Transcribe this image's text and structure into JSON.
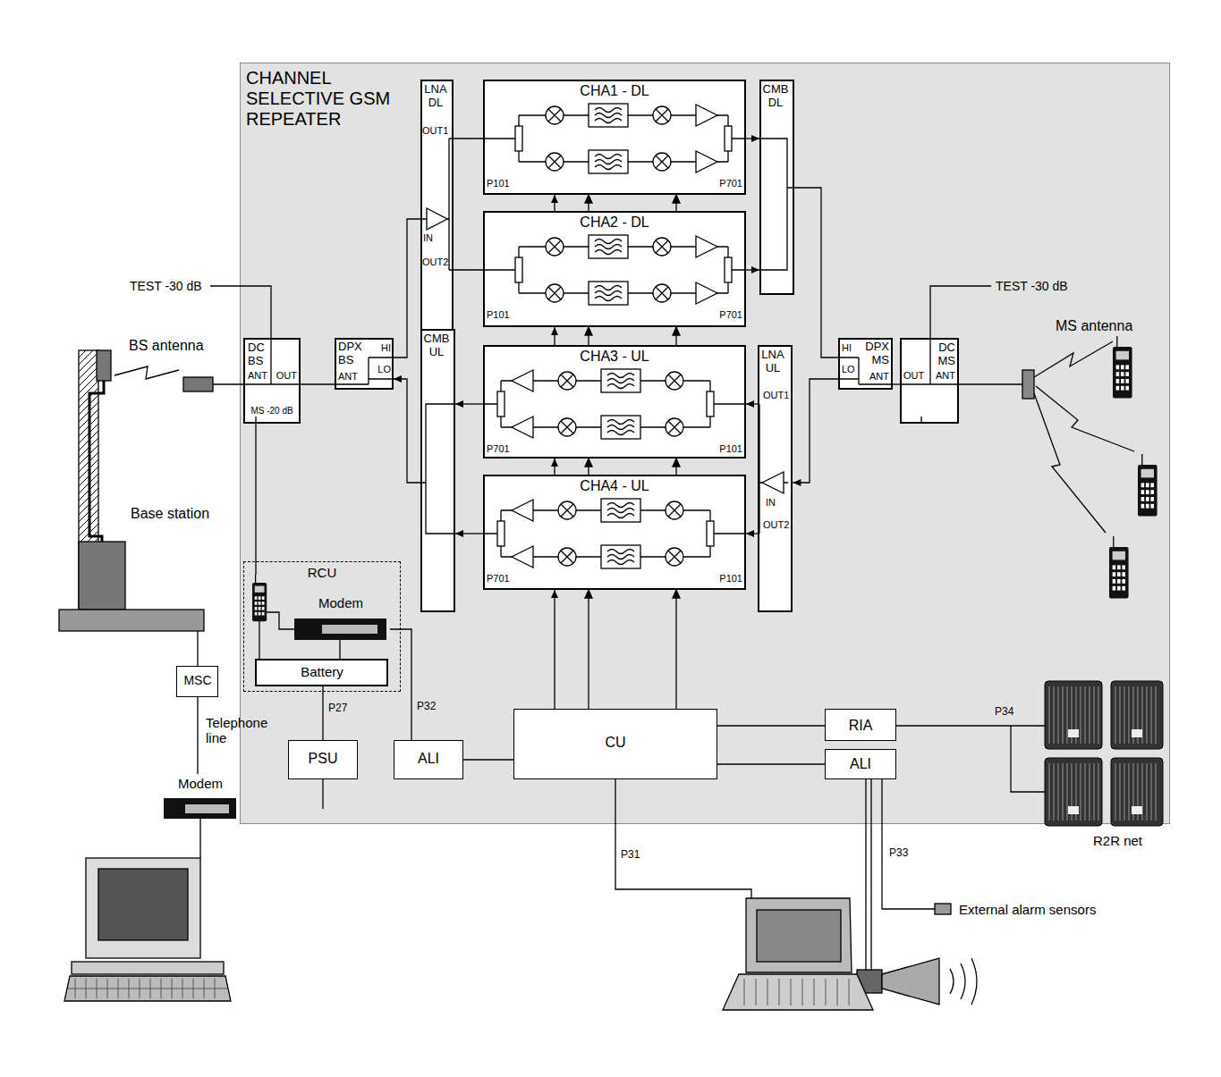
{
  "diagram": {
    "nodes": [
      {
        "text": [
          "CHANNEL SELECTIVE GSM REPEATER"
        ]
      },
      {
        "text": [
          "LNA DL",
          "OUT1",
          "IN",
          "OUT2"
        ],
        "in": 0
      },
      {
        "text": [
          "CHA1 - DL",
          "P101",
          "P701"
        ],
        "in": 0
      },
      {
        "text": [
          "CHA2 - DL",
          "P101",
          "P701"
        ],
        "in": 0
      },
      {
        "text": [
          "CMB DL"
        ],
        "in": 0
      },
      {
        "text": [
          "DC BS",
          "ANT",
          "OUT",
          "MS -20 dB"
        ],
        "in": 0
      },
      {
        "text": [
          "DPX BS",
          "ANT",
          "HI",
          "LO"
        ],
        "in": 0
      },
      {
        "text": [
          "CMB UL"
        ],
        "in": 0
      },
      {
        "text": [
          "CHA3 - UL",
          "P701",
          "P101"
        ],
        "in": 0
      },
      {
        "text": [
          "CHA4 - UL",
          "P701",
          "P101"
        ],
        "in": 0
      },
      {
        "text": [
          "LNA UL",
          "OUT1",
          "IN",
          "OUT2"
        ],
        "in": 0
      },
      {
        "text": [
          "DPX MS",
          "HI",
          "LO",
          "ANT"
        ],
        "in": 0
      },
      {
        "text": [
          "DC MS",
          "OUT",
          "ANT"
        ],
        "in": 0
      },
      {
        "text": [
          "RCU"
        ],
        "in": 0
      },
      {
        "text": [
          "Modem"
        ],
        "in": 13
      },
      {
        "text": [
          "Battery"
        ],
        "in": 13
      },
      {
        "text": [
          "PSU"
        ],
        "in": 0
      },
      {
        "text": [
          "ALI"
        ],
        "in": 0
      },
      {
        "text": [
          "CU"
        ],
        "in": 0
      },
      {
        "text": [
          "RIA"
        ],
        "in": 0
      },
      {
        "text": [
          "ALI"
        ],
        "in": 0
      },
      {
        "text": [
          "MSC"
        ]
      },
      {
        "text": [
          "Modem"
        ]
      }
    ],
    "edges": [
      {
        "from": 5,
        "to": 6,
        "arrow": "none"
      },
      {
        "from": 6,
        "to": 1,
        "arrow": "none"
      },
      {
        "from": 1,
        "to": 2,
        "arrow": "none"
      },
      {
        "from": 1,
        "to": 3,
        "arrow": "none"
      },
      {
        "from": 2,
        "to": 4,
        "arrow": "to"
      },
      {
        "from": 3,
        "to": 4,
        "arrow": "to"
      },
      {
        "from": 4,
        "to": 11,
        "arrow": "none"
      },
      {
        "from": 11,
        "to": 12,
        "arrow": "none"
      },
      {
        "from": 11,
        "to": 10,
        "arrow": "to"
      },
      {
        "from": 10,
        "to": 8,
        "arrow": "to"
      },
      {
        "from": 10,
        "to": 9,
        "arrow": "to"
      },
      {
        "from": 8,
        "to": 7,
        "arrow": "to"
      },
      {
        "from": 9,
        "to": 7,
        "arrow": "to"
      },
      {
        "from": 7,
        "to": 6,
        "arrow": "to"
      },
      {
        "from": 18,
        "to": 9,
        "arrow": "to"
      },
      {
        "from": 9,
        "to": 8,
        "arrow": "to"
      },
      {
        "from": 8,
        "to": 3,
        "arrow": "to"
      },
      {
        "from": 3,
        "to": 2,
        "arrow": "to"
      },
      {
        "from": 17,
        "to": 18,
        "arrow": "none"
      },
      {
        "from": 14,
        "to": 17,
        "label": "P32",
        "arrow": "none"
      },
      {
        "from": 16,
        "to": 15,
        "label": "P27",
        "arrow": "none"
      },
      {
        "from": 18,
        "to": 19,
        "arrow": "none"
      },
      {
        "from": 18,
        "to": 20,
        "arrow": "none"
      },
      {
        "from": 5,
        "to": 13,
        "arrow": "none"
      },
      {
        "from": 21,
        "to": 22,
        "label": "Telephone line",
        "arrow": "none"
      }
    ],
    "labels": [
      "TEST -30 dB",
      "TEST -30 dB",
      "BS antenna",
      "Base station",
      "MS antenna",
      "P31",
      "P33",
      "P34",
      "R2R net",
      "External alarm sensors"
    ]
  }
}
